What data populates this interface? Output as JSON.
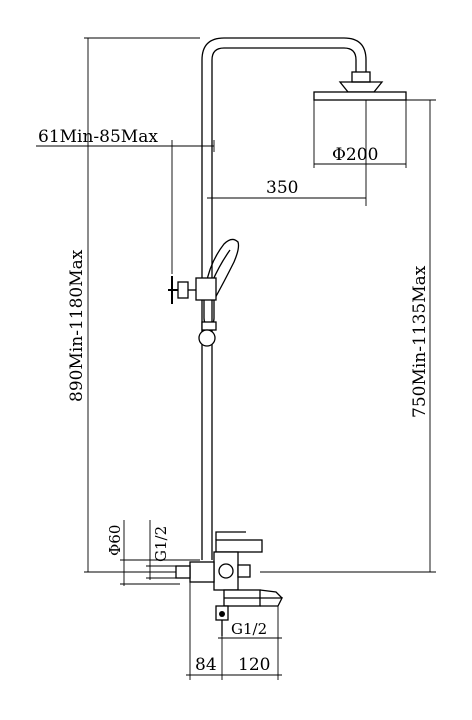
{
  "dimensions": {
    "arm_depth": "61Min-85Max",
    "head_diameter": "Φ200",
    "arm_length": "350",
    "total_height": "890Min-1180Max",
    "head_height": "750Min-1135Max",
    "flange_diameter": "Φ60",
    "inlet_thread": "G1/2",
    "outlet_thread": "G1/2",
    "inlet_width": "84",
    "spout_width": "120"
  }
}
